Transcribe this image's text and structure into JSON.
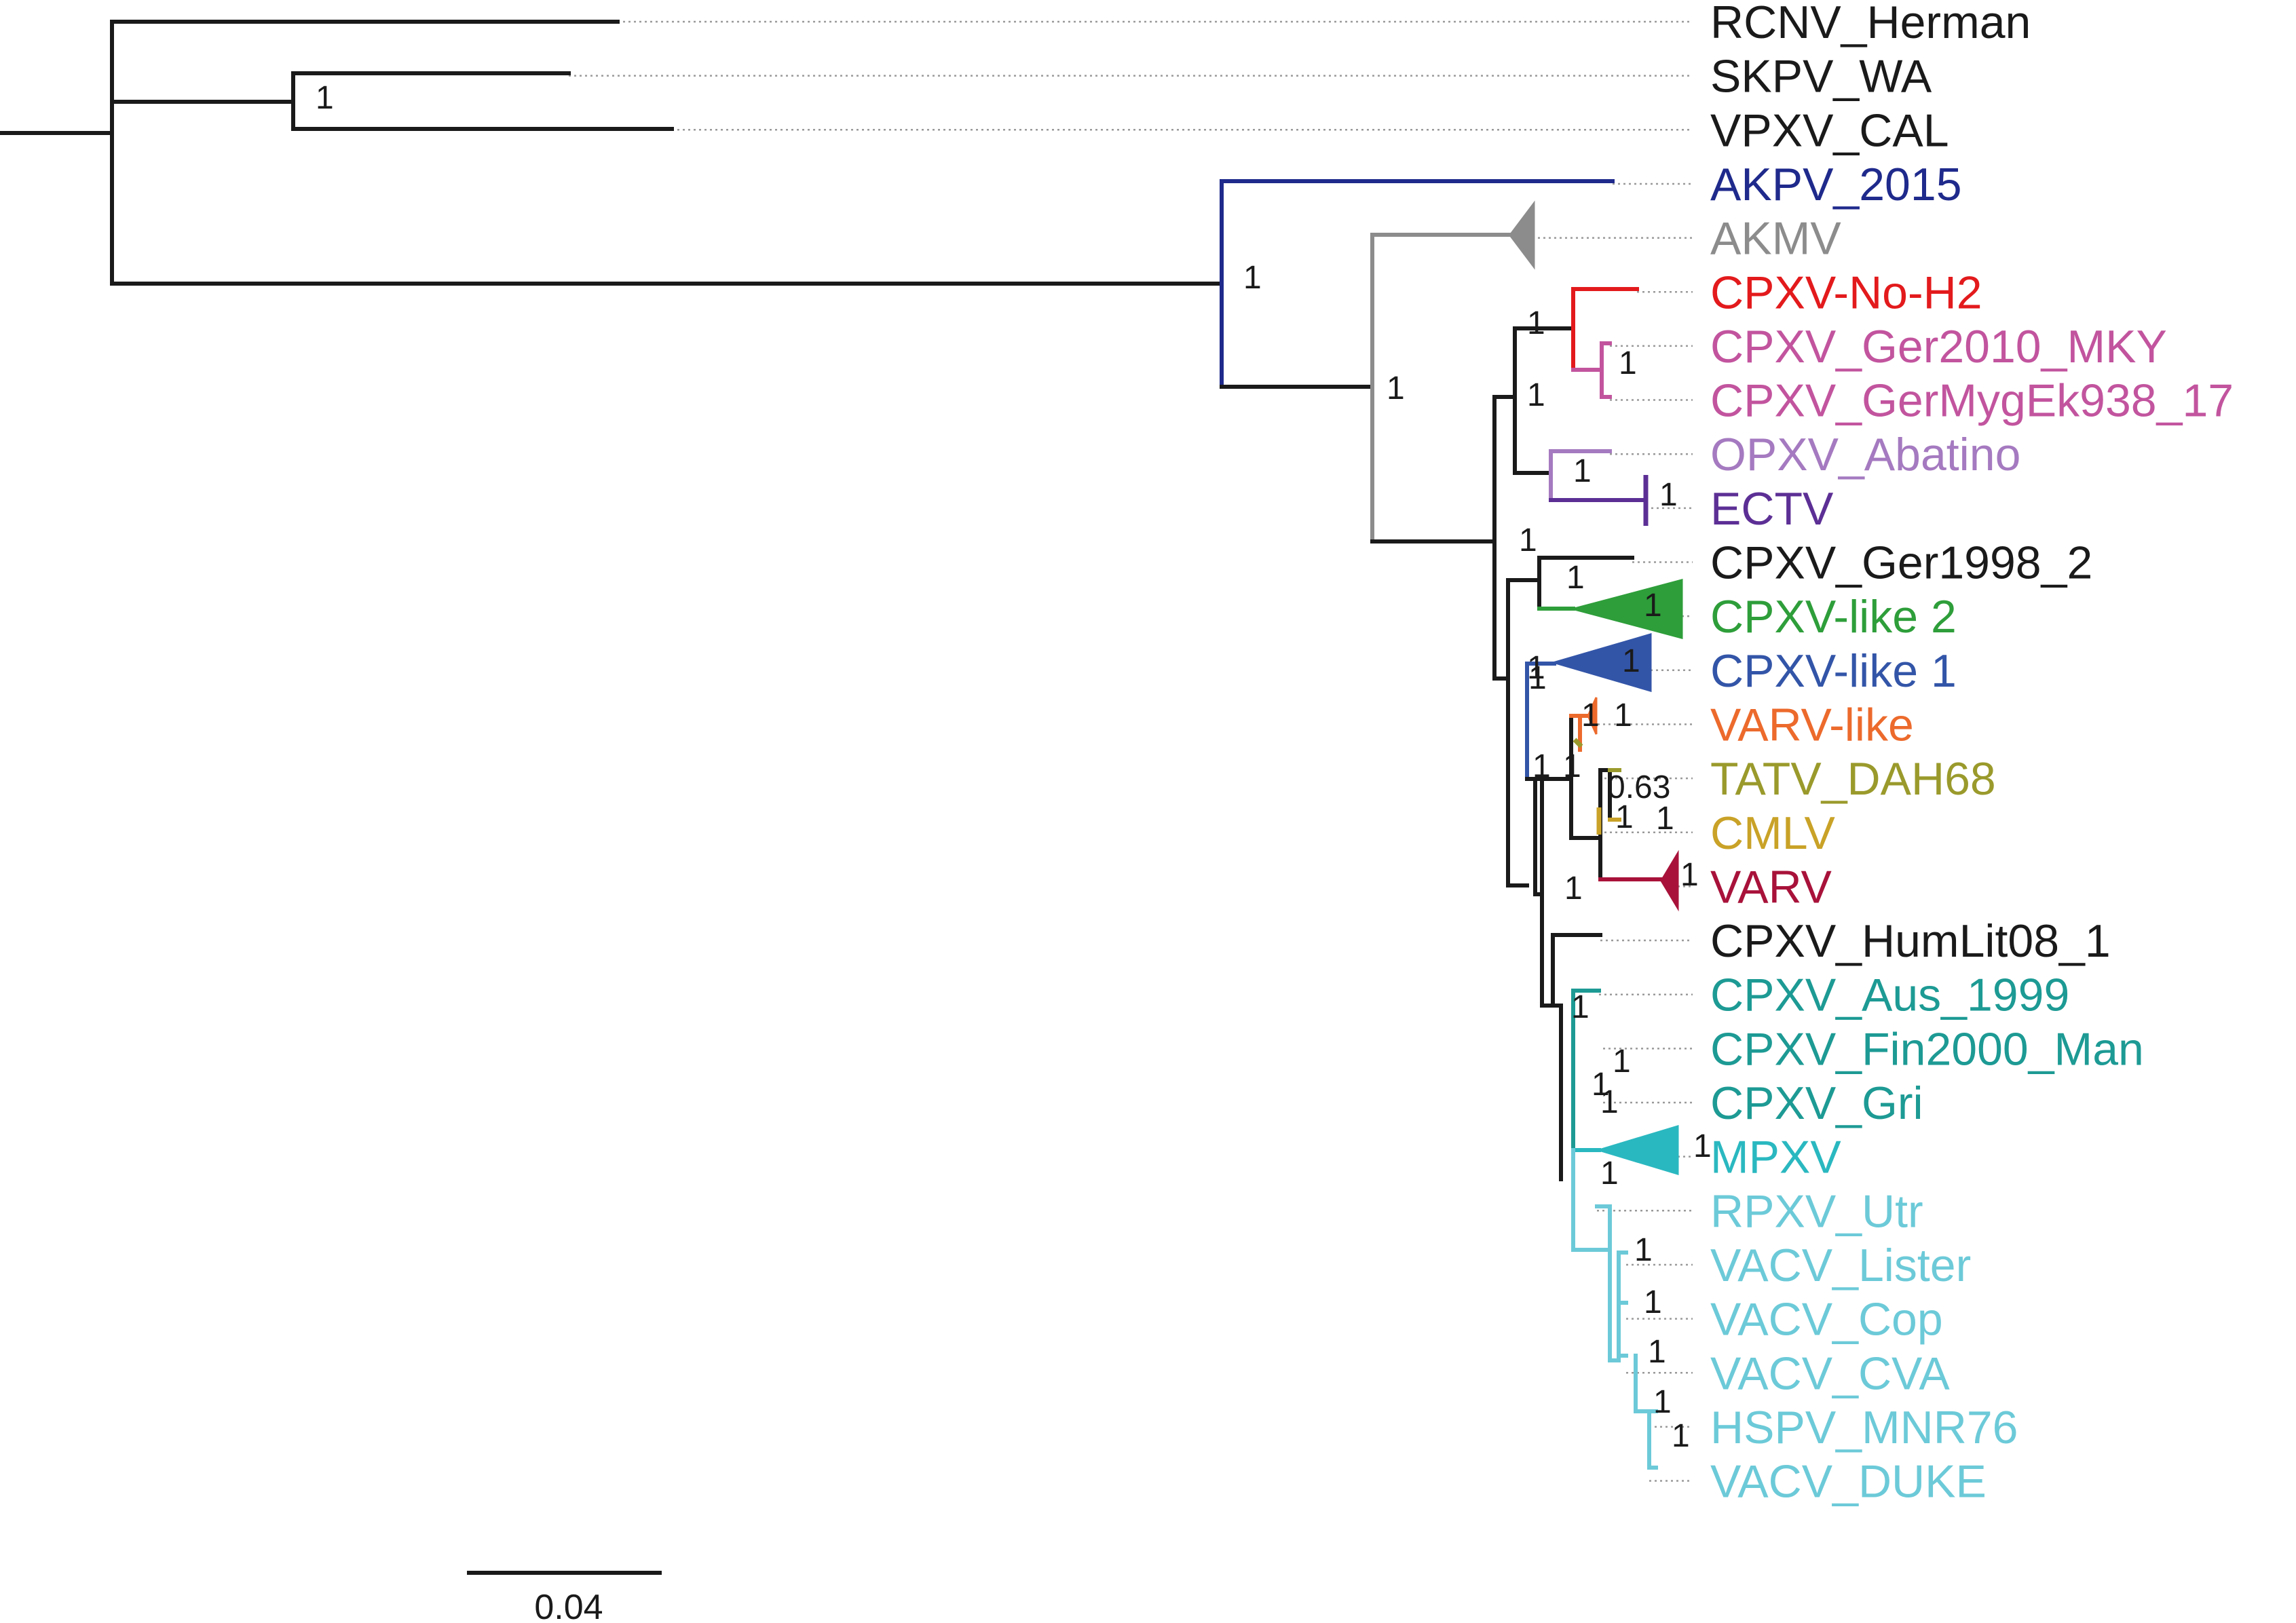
{
  "colors": {
    "black": "#1a1a1a",
    "akpv": "#1f2a8c",
    "akmv": "#8c8c8c",
    "cpxv_no_h2": "#e31a1c",
    "cpxv_ger": "#c2549e",
    "opxv": "#a57ac0",
    "ectv": "#5c2f95",
    "cpxv_like2": "#2e9e3a",
    "cpxv_like1": "#3355a8",
    "varv_like": "#ec6a2c",
    "tatv": "#9a9a2c",
    "cmlv": "#c9a227",
    "varv": "#a8123a",
    "teal": "#1d9a94",
    "mpxv": "#2ab8c0",
    "light": "#6ccad8"
  },
  "leaves": [
    {
      "label": "RCNV_Herman",
      "color": "black"
    },
    {
      "label": "SKPV_WA",
      "color": "black"
    },
    {
      "label": "VPXV_CAL",
      "color": "black"
    },
    {
      "label": "AKPV_2015",
      "color": "akpv"
    },
    {
      "label": "AKMV",
      "color": "akmv"
    },
    {
      "label": "CPXV-No-H2",
      "color": "cpxv_no_h2"
    },
    {
      "label": "CPXV_Ger2010_MKY",
      "color": "cpxv_ger"
    },
    {
      "label": "CPXV_GerMygEk938_17",
      "color": "cpxv_ger"
    },
    {
      "label": "OPXV_Abatino",
      "color": "opxv"
    },
    {
      "label": "ECTV",
      "color": "ectv"
    },
    {
      "label": "CPXV_Ger1998_2",
      "color": "black"
    },
    {
      "label": "CPXV-like 2",
      "color": "cpxv_like2"
    },
    {
      "label": "CPXV-like 1",
      "color": "cpxv_like1"
    },
    {
      "label": "VARV-like",
      "color": "varv_like"
    },
    {
      "label": "TATV_DAH68",
      "color": "tatv"
    },
    {
      "label": "CMLV",
      "color": "cmlv"
    },
    {
      "label": "VARV",
      "color": "varv"
    },
    {
      "label": "CPXV_HumLit08_1",
      "color": "black"
    },
    {
      "label": "CPXV_Aus_1999",
      "color": "teal"
    },
    {
      "label": "CPXV_Fin2000_Man",
      "color": "teal"
    },
    {
      "label": "CPXV_Gri",
      "color": "teal"
    },
    {
      "label": "MPXV",
      "color": "mpxv"
    },
    {
      "label": "RPXV_Utr",
      "color": "light"
    },
    {
      "label": "VACV_Lister",
      "color": "light"
    },
    {
      "label": "VACV_Cop",
      "color": "light"
    },
    {
      "label": "VACV_CVA",
      "color": "light"
    },
    {
      "label": "HSPV_MNR76",
      "color": "light"
    },
    {
      "label": "VACV_DUKE",
      "color": "light"
    }
  ],
  "supports": [
    "1",
    "1",
    "1",
    "1",
    "1",
    "1",
    "1",
    "1",
    "1",
    "1",
    "1",
    "1",
    "1",
    "1",
    "1",
    "1",
    "1",
    "1",
    "0.63",
    "1",
    "1",
    "1",
    "1",
    "1",
    "1",
    "1",
    "1",
    "1",
    "1",
    "1",
    "1",
    "1",
    "1",
    "1"
  ],
  "scale_bar": {
    "label": "0.04"
  }
}
